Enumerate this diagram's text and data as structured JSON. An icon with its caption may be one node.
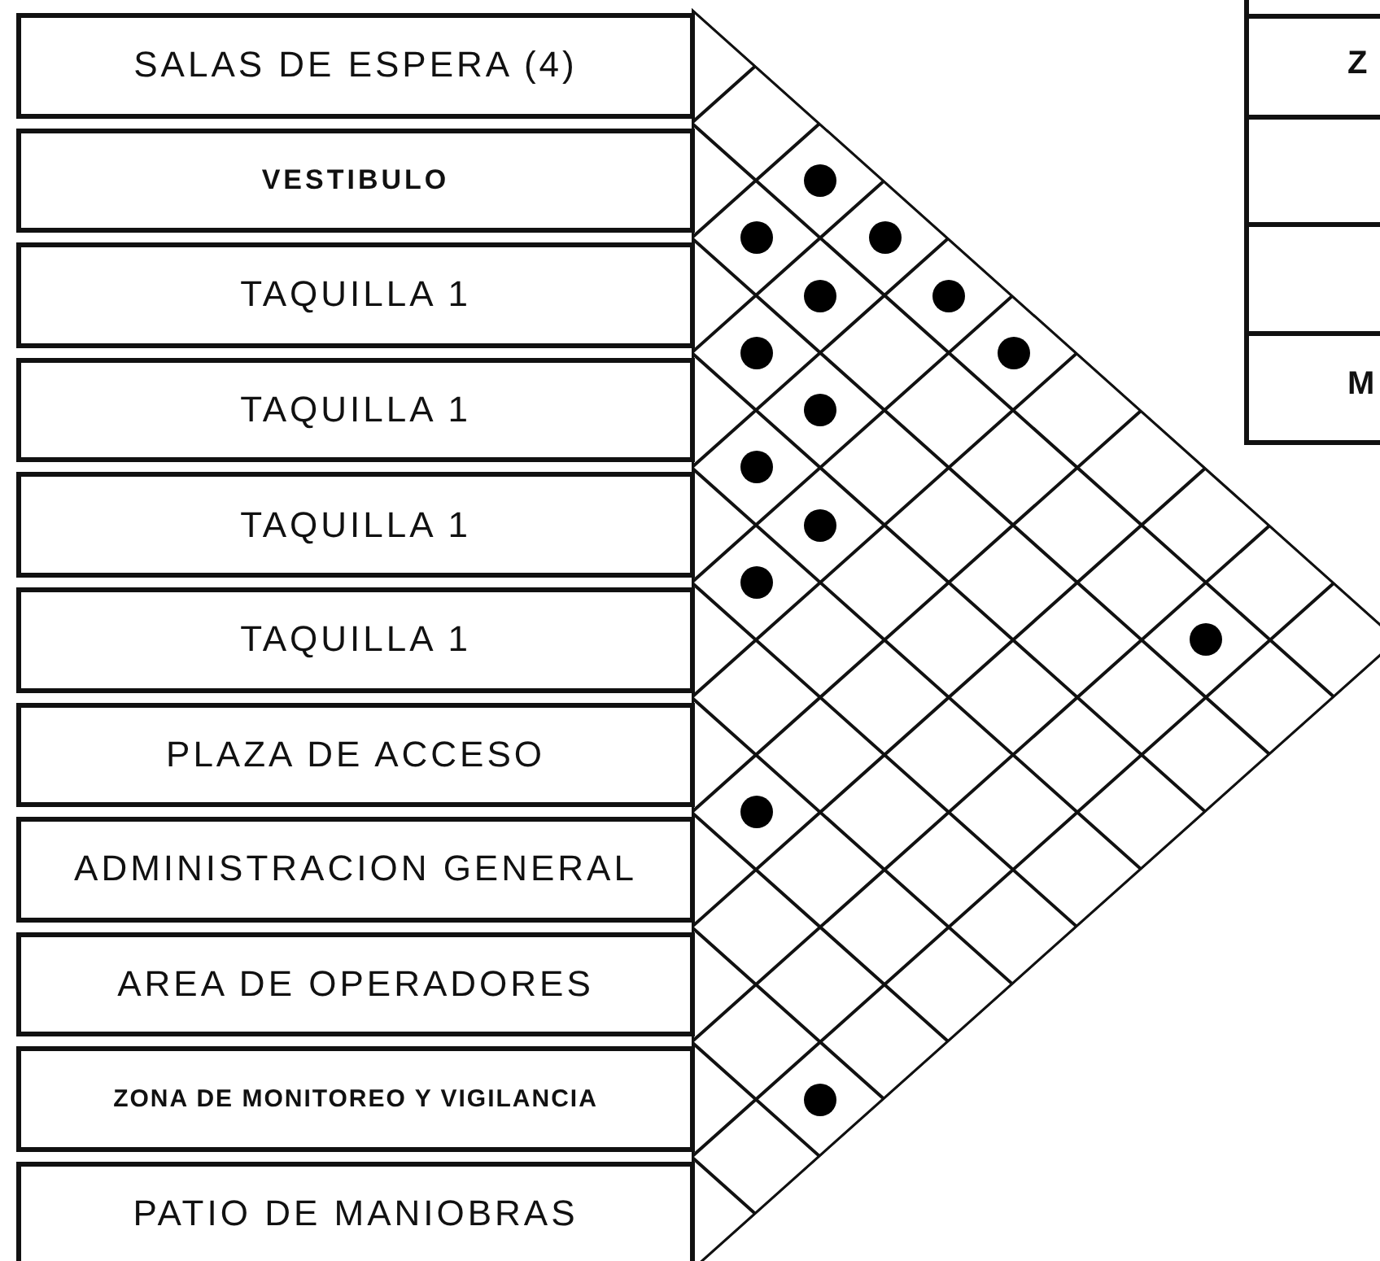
{
  "diagram": {
    "nodes": [
      {
        "text": [
          "SALAS DE ESPERA (4)"
        ]
      },
      {
        "text": [
          "VESTIBULO"
        ]
      },
      {
        "text": [
          "TAQUILLA 1"
        ]
      },
      {
        "text": [
          "TAQUILLA 1"
        ]
      },
      {
        "text": [
          "TAQUILLA 1"
        ]
      },
      {
        "text": [
          "TAQUILLA 1"
        ]
      },
      {
        "text": [
          "PLAZA DE ACCESO"
        ]
      },
      {
        "text": [
          "ADMINISTRACION GENERAL"
        ]
      },
      {
        "text": [
          "AREA DE OPERADORES"
        ]
      },
      {
        "text": [
          "ZONA DE MONITOREO Y VIGILANCIA"
        ]
      },
      {
        "text": [
          "PATIO DE MANIOBRAS"
        ]
      },
      {
        "text": [],
        "shape": "circle"
      },
      {
        "text": [],
        "shape": "circle"
      },
      {
        "text": [],
        "shape": "circle"
      },
      {
        "text": [],
        "shape": "circle"
      },
      {
        "text": [],
        "shape": "circle"
      },
      {
        "text": [],
        "shape": "circle"
      },
      {
        "text": [],
        "shape": "circle"
      },
      {
        "text": [],
        "shape": "circle"
      },
      {
        "text": [],
        "shape": "circle"
      },
      {
        "text": [],
        "shape": "circle"
      },
      {
        "text": [],
        "shape": "circle"
      },
      {
        "text": [],
        "shape": "circle"
      },
      {
        "text": [],
        "shape": "circle"
      },
      {
        "text": [],
        "shape": "circle"
      }
    ],
    "labels": [
      "Z",
      "M"
    ]
  }
}
